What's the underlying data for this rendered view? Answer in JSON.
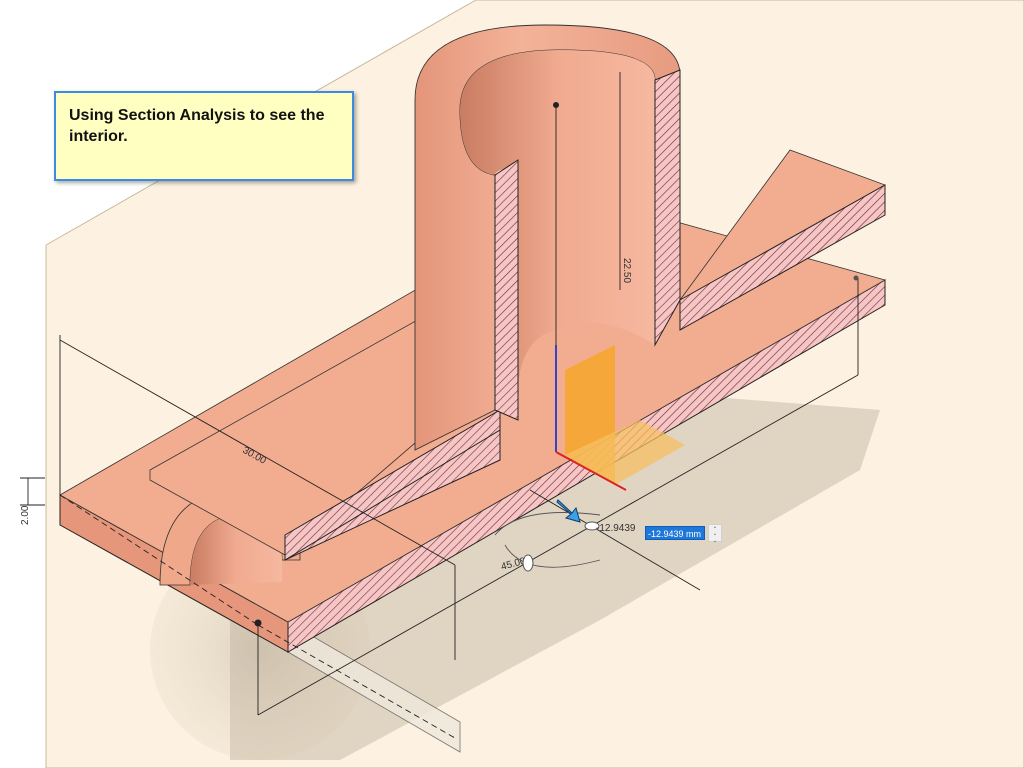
{
  "callout": {
    "text": "Using Section Analysis to see the interior."
  },
  "dimensions": {
    "length": "30.00",
    "height": "22.50",
    "thickness": "2.00",
    "angle": "45.00"
  },
  "offset_input": {
    "readout": "-12.9439",
    "value": "-12.9439 mm"
  },
  "colors": {
    "background": "#fdf1e1",
    "model_face": "#f0a88a",
    "model_light": "#f7bfa6",
    "model_dark": "#d88c70",
    "cut_face": "#f6c6c6",
    "hatch": "#5a2a2a",
    "manipulator": "#f5a623",
    "input_highlight": "#1f78d8",
    "callout_bg": "#ffffc2",
    "callout_border": "#3b8ce0"
  },
  "icons": {
    "arrow_manipulator": "arrow-icon",
    "menu": "more-vertical-icon"
  }
}
